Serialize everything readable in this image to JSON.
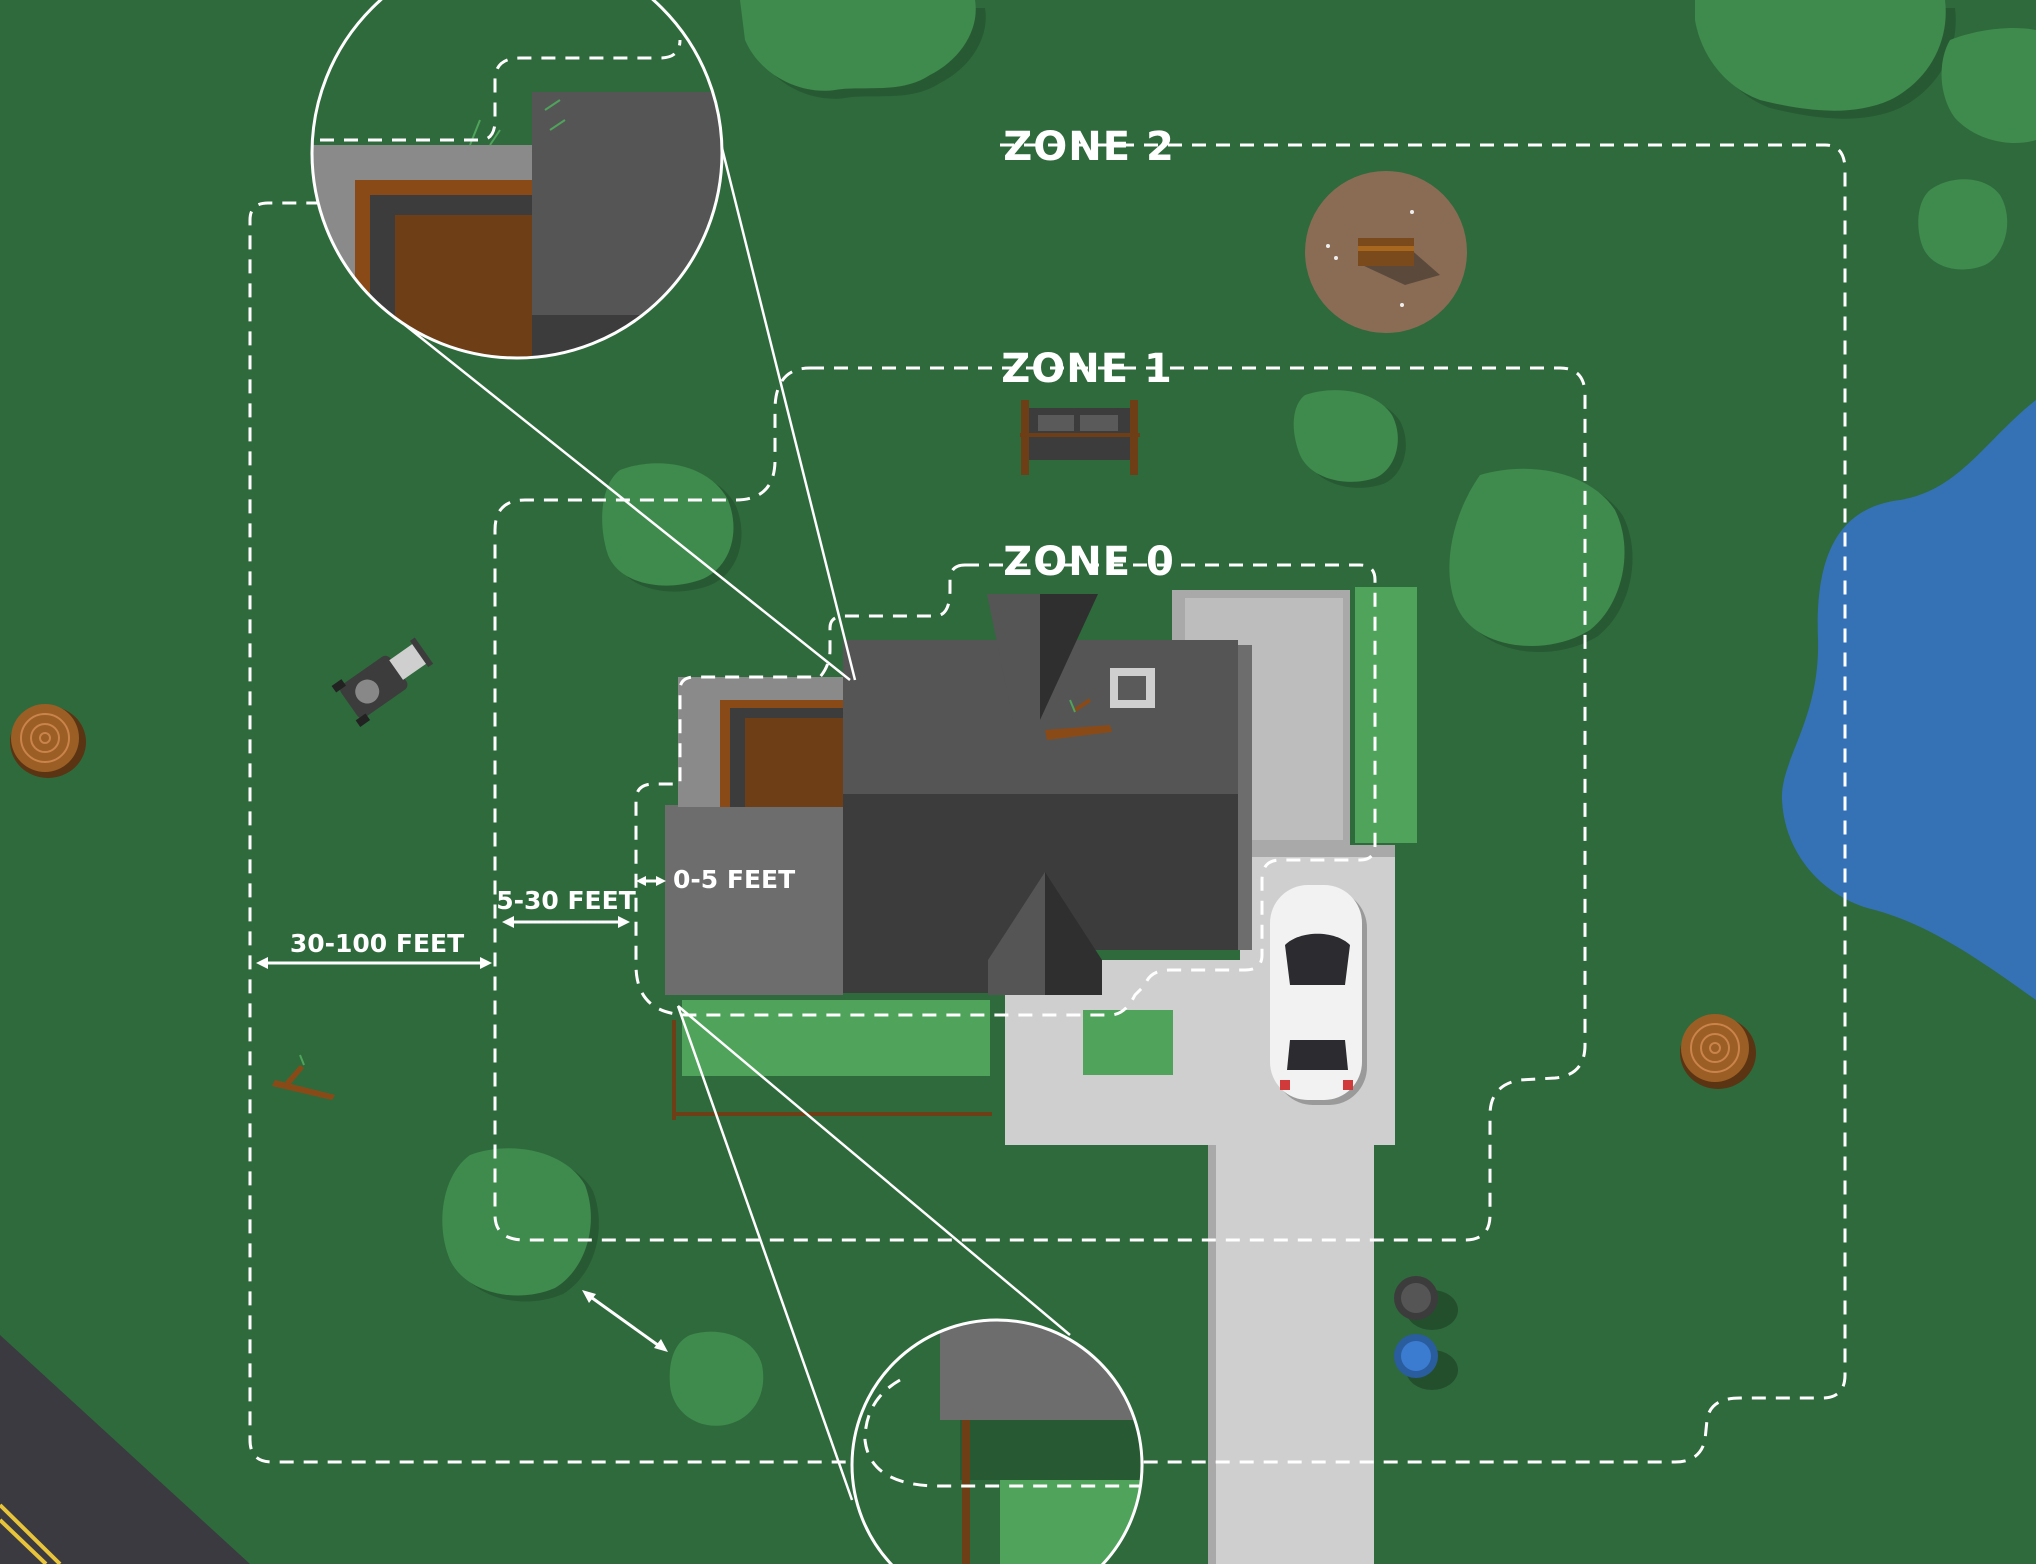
{
  "zones": [
    {
      "id": "zone-0",
      "label": "ZONE 0",
      "distance_label": "0-5 FEET"
    },
    {
      "id": "zone-1",
      "label": "ZONE 1",
      "distance_label": "5-30 FEET"
    },
    {
      "id": "zone-2",
      "label": "ZONE 2",
      "distance_label": "30-100 FEET"
    }
  ],
  "colors": {
    "lawn": "#2f6a3c",
    "tree": "#3f8a4d",
    "roof_light": "#5a5a5a",
    "roof_dark": "#3c3c3c",
    "driveway": "#cfcfcf",
    "pond": "#3571b5",
    "mulch": "#6e3f17",
    "hedge": "#4fa35a",
    "road": "#3a3a40",
    "road_line": "#e8c43a",
    "zone_line": "#ffffff"
  },
  "icons": [
    "tree-icon",
    "stump-icon",
    "lawn-mower-icon",
    "car-icon",
    "bench-icon",
    "fire-pit-icon",
    "trash-bin-icon",
    "firewood-icon",
    "pond-icon"
  ]
}
